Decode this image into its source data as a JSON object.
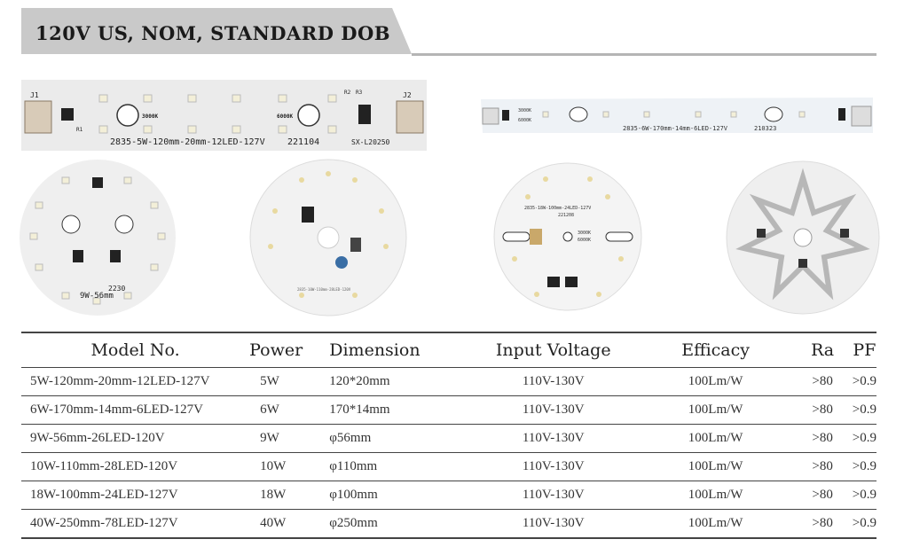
{
  "title": "120V US, NOM, STANDARD DOB",
  "boards": [
    {
      "label": "2835-5W-120mm-20mm-12LED-127V",
      "code": "221104",
      "part": "SX-L20250",
      "marks": [
        "J1",
        "J2",
        "R2",
        "R3",
        "R1",
        "3000K",
        "6000K"
      ]
    },
    {
      "label": "2835-6W-170mm-14mm-6LED-127V",
      "code": "210323",
      "marks": [
        "3000K",
        "6000K"
      ]
    },
    {
      "label": "9W-56mm",
      "code": "2230"
    },
    {
      "label": "2835-10W-110mm-28LED-120V"
    },
    {
      "label": "2835-18W-100mm-24LED-127V",
      "code": "221208",
      "marks": [
        "3000K",
        "6000K"
      ]
    },
    {
      "label": ""
    }
  ],
  "table": {
    "headers": [
      "Model No.",
      "Power",
      "Dimension",
      "Input Voltage",
      "Efficacy",
      "Ra",
      "PF"
    ],
    "rows": [
      [
        "5W-120mm-20mm-12LED-127V",
        "5W",
        "120*20mm",
        "110V-130V",
        "100Lm/W",
        ">80",
        ">0.9"
      ],
      [
        "6W-170mm-14mm-6LED-127V",
        "6W",
        "170*14mm",
        "110V-130V",
        "100Lm/W",
        ">80",
        ">0.9"
      ],
      [
        "9W-56mm-26LED-120V",
        "9W",
        "φ56mm",
        "110V-130V",
        "100Lm/W",
        ">80",
        ">0.9"
      ],
      [
        "10W-110mm-28LED-120V",
        "10W",
        "φ110mm",
        "110V-130V",
        "100Lm/W",
        ">80",
        ">0.9"
      ],
      [
        "18W-100mm-24LED-127V",
        "18W",
        "φ100mm",
        "110V-130V",
        "100Lm/W",
        ">80",
        ">0.9"
      ],
      [
        "40W-250mm-78LED-127V",
        "40W",
        "φ250mm",
        "110V-130V",
        "100Lm/W",
        ">80",
        ">0.9"
      ]
    ]
  }
}
